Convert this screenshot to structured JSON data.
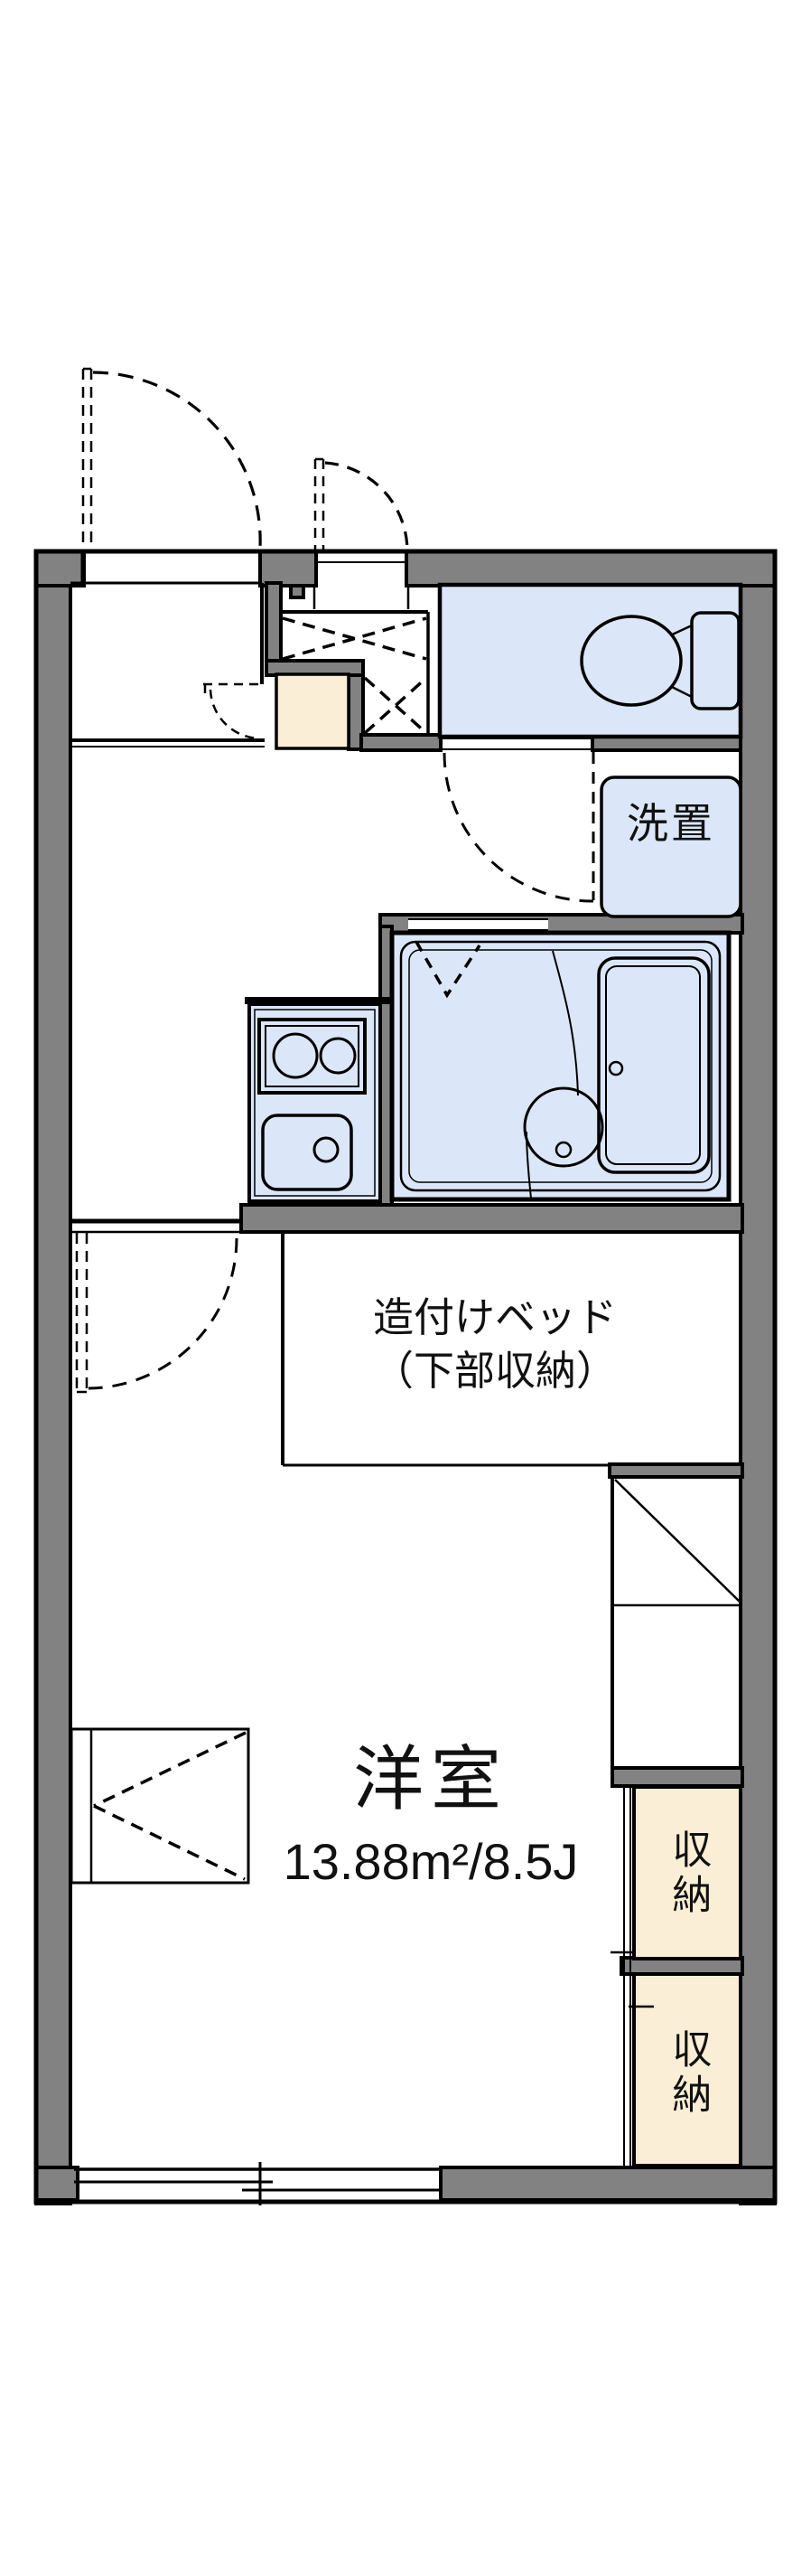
{
  "plan": {
    "labels": {
      "laundry": "洗置",
      "bed_line1": "造付けベッド",
      "bed_line2": "（下部収納）",
      "main_room_name": "洋室",
      "main_room_area": "13.88m²/8.5J",
      "storage_upper": "収納",
      "storage_lower": "収納"
    },
    "colors": {
      "wall_gray": "#828282",
      "water_area_blue": "#dbe6f8",
      "storage_beige": "#faefd6",
      "line_black": "#000000",
      "background": "#ffffff"
    }
  }
}
